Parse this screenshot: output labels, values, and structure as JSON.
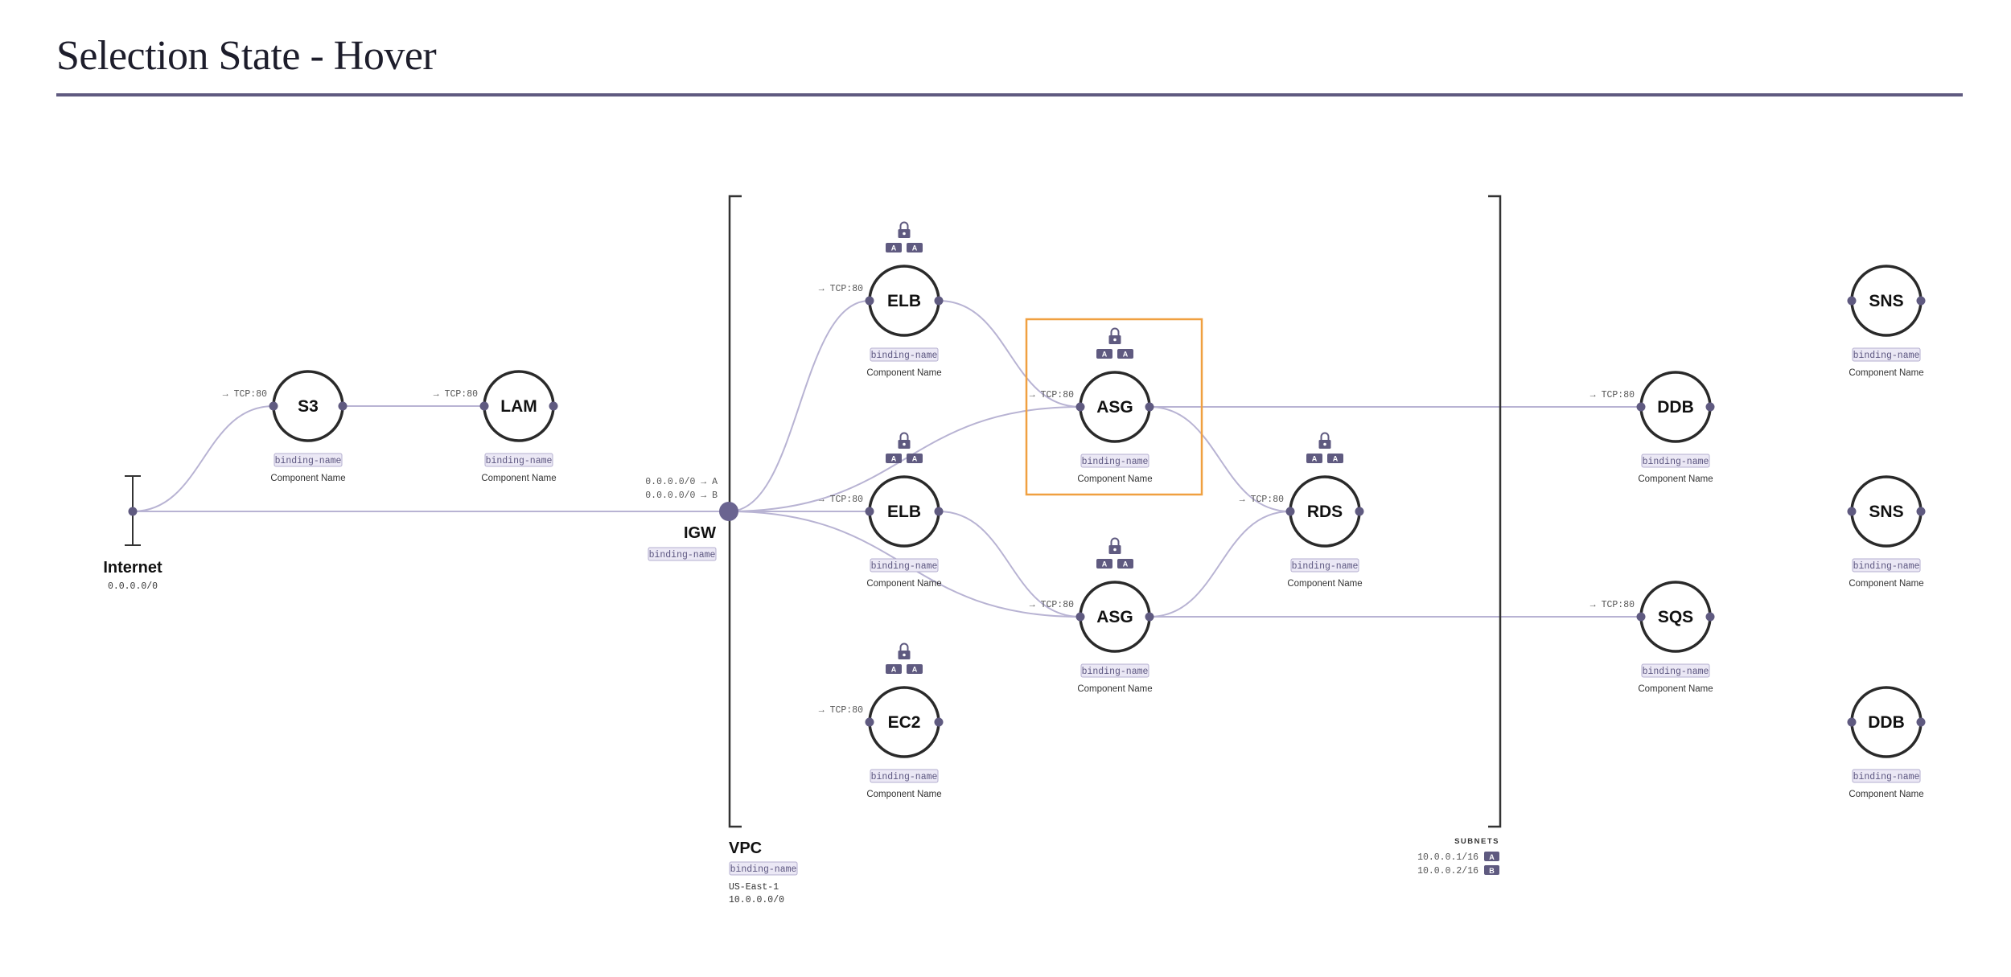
{
  "title": "Selection State - Hover",
  "colors": {
    "accent": "#5f5a80",
    "edge": "#b8b3d3",
    "node_stroke": "#2a2a2a",
    "tag_fill": "#ebe8f5",
    "tag_stroke": "#b5afd0",
    "highlight": "#f0a040"
  },
  "internet": {
    "label": "Internet",
    "cidr": "0.0.0.0/0"
  },
  "igw": {
    "label": "IGW",
    "binding": "binding-name",
    "routes": [
      "0.0.0.0/0 → A",
      "0.0.0.0/0 → B"
    ]
  },
  "vpc": {
    "label": "VPC",
    "binding": "binding-name",
    "region": "US-East-1",
    "cidr": "10.0.0.0/0"
  },
  "subnets": {
    "title": "SUBNETS",
    "items": [
      {
        "cidr": "10.0.0.1/16",
        "badge": "A"
      },
      {
        "cidr": "10.0.0.2/16",
        "badge": "B"
      }
    ]
  },
  "nodes": [
    {
      "id": "s3",
      "label": "S3",
      "binding": "binding-name",
      "name": "Component Name",
      "port": "→ TCP:80",
      "lock": false,
      "badges": []
    },
    {
      "id": "lam",
      "label": "LAM",
      "binding": "binding-name",
      "name": "Component Name",
      "port": "→ TCP:80",
      "lock": false,
      "badges": []
    },
    {
      "id": "elb1",
      "label": "ELB",
      "binding": "binding-name",
      "name": "Component Name",
      "port": "→ TCP:80",
      "lock": true,
      "badges": [
        "A",
        "A"
      ]
    },
    {
      "id": "elb2",
      "label": "ELB",
      "binding": "binding-name",
      "name": "Component Name",
      "port": "→ TCP:80",
      "lock": true,
      "badges": [
        "A",
        "A"
      ]
    },
    {
      "id": "ec2",
      "label": "EC2",
      "binding": "binding-name",
      "name": "Component Name",
      "port": "→ TCP:80",
      "lock": true,
      "badges": [
        "A",
        "A"
      ]
    },
    {
      "id": "asg1",
      "label": "ASG",
      "binding": "binding-name",
      "name": "Component Name",
      "port": "→ TCP:80",
      "lock": true,
      "badges": [
        "A",
        "A"
      ],
      "hover": true
    },
    {
      "id": "asg2",
      "label": "ASG",
      "binding": "binding-name",
      "name": "Component Name",
      "port": "→ TCP:80",
      "lock": true,
      "badges": [
        "A",
        "A"
      ]
    },
    {
      "id": "rds",
      "label": "RDS",
      "binding": "binding-name",
      "name": "Component Name",
      "port": "→ TCP:80",
      "lock": true,
      "badges": [
        "A",
        "A"
      ]
    },
    {
      "id": "ddb1",
      "label": "DDB",
      "binding": "binding-name",
      "name": "Component Name",
      "port": "→ TCP:80",
      "lock": false,
      "badges": []
    },
    {
      "id": "sqs",
      "label": "SQS",
      "binding": "binding-name",
      "name": "Component Name",
      "port": "→ TCP:80",
      "lock": false,
      "badges": []
    },
    {
      "id": "sns1",
      "label": "SNS",
      "binding": "binding-name",
      "name": "Component Name",
      "port": "",
      "lock": false,
      "badges": []
    },
    {
      "id": "sns2",
      "label": "SNS",
      "binding": "binding-name",
      "name": "Component Name",
      "port": "",
      "lock": false,
      "badges": []
    },
    {
      "id": "ddb2",
      "label": "DDB",
      "binding": "binding-name",
      "name": "Component Name",
      "port": "",
      "lock": false,
      "badges": []
    }
  ],
  "edges": [
    [
      "internet",
      "s3"
    ],
    [
      "s3",
      "lam"
    ],
    [
      "internet",
      "igw"
    ],
    [
      "igw",
      "elb1"
    ],
    [
      "igw",
      "asg1"
    ],
    [
      "igw",
      "elb2"
    ],
    [
      "igw",
      "asg2"
    ],
    [
      "elb1",
      "asg1"
    ],
    [
      "elb2",
      "asg2"
    ],
    [
      "asg1",
      "rds"
    ],
    [
      "asg2",
      "rds"
    ],
    [
      "asg1",
      "ddb1"
    ],
    [
      "asg2",
      "sqs"
    ]
  ]
}
